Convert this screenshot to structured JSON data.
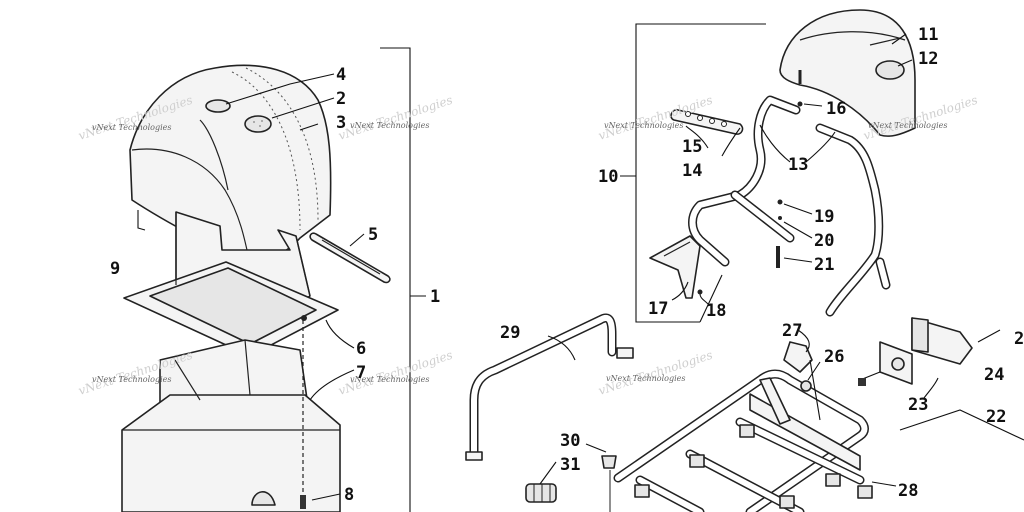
{
  "watermark": "vNext Technologies",
  "callouts": {
    "c1": "1",
    "c2": "2",
    "c3": "3",
    "c4": "4",
    "c5": "5",
    "c6": "6",
    "c7": "7",
    "c8": "8",
    "c9": "9",
    "c10": "10",
    "c11": "11",
    "c12": "12",
    "c13": "13",
    "c14": "14",
    "c15": "15",
    "c16": "16",
    "c17": "17",
    "c18": "18",
    "c19": "19",
    "c20": "20",
    "c21": "21",
    "c22": "22",
    "c23": "23",
    "c24": "24",
    "c25": "2",
    "c26": "26",
    "c27": "27",
    "c28": "28",
    "c29": "29",
    "c30": "30",
    "c31": "31"
  }
}
